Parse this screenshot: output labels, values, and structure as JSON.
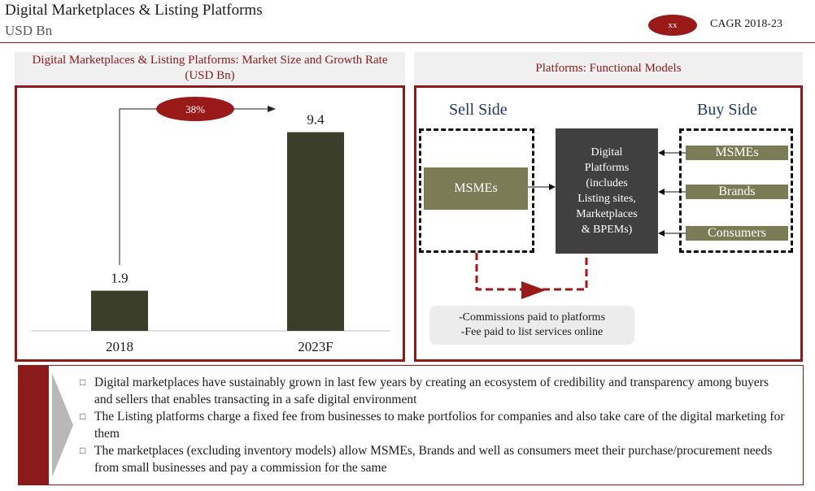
{
  "header": {
    "title": "Digital Marketplaces & Listing Platforms",
    "subtitle": "USD Bn",
    "legend_pill_text": "xx",
    "legend_label": "CAGR 2018-23",
    "accent_color": "#8b1a1a"
  },
  "chart_panel": {
    "title": "Digital Marketplaces & Listing Platforms: Market Size and Growth Rate (USD Bn)"
  },
  "chart_data": {
    "type": "bar",
    "title": "Digital Marketplaces & Listing Platforms: Market Size and Growth Rate (USD Bn)",
    "categories": [
      "2018",
      "2023F"
    ],
    "values": [
      1.9,
      9.4
    ],
    "data_labels": [
      "1.9",
      "9.4"
    ],
    "bar_color": "#3b3f2a",
    "cagr_label": "38%",
    "cagr_color": "#9a1a1a",
    "ylim": [
      0,
      10
    ],
    "grid": false,
    "legend": "none"
  },
  "diagram_panel": {
    "title": "Platforms: Functional Models",
    "sell_side_label": "Sell Side",
    "buy_side_label": "Buy Side",
    "sell_box": "MSMEs",
    "platform_lines": [
      "Digital",
      "Platforms",
      "(includes",
      "Listing sites,",
      "Marketplaces",
      "& BPEMs)"
    ],
    "buy_boxes": [
      "MSMEs",
      "Brands",
      "Consumers"
    ],
    "fees": [
      "-Commissions paid to platforms",
      "-Fee paid to list services online"
    ]
  },
  "summary": {
    "bullet_icon": "square-bullet-icon",
    "points": [
      "Digital marketplaces have sustainably grown in last few years by creating an ecosystem of credibility and transparency among buyers and sellers that enables transacting in a safe digital environment",
      "The Listing platforms charge a fixed fee from businesses to make portfolios for companies and also take care of the digital marketing for them",
      "The marketplaces (excluding inventory models) allow MSMEs, Brands and well as consumers meet their purchase/procurement needs from small businesses and pay a commission for the same"
    ]
  }
}
